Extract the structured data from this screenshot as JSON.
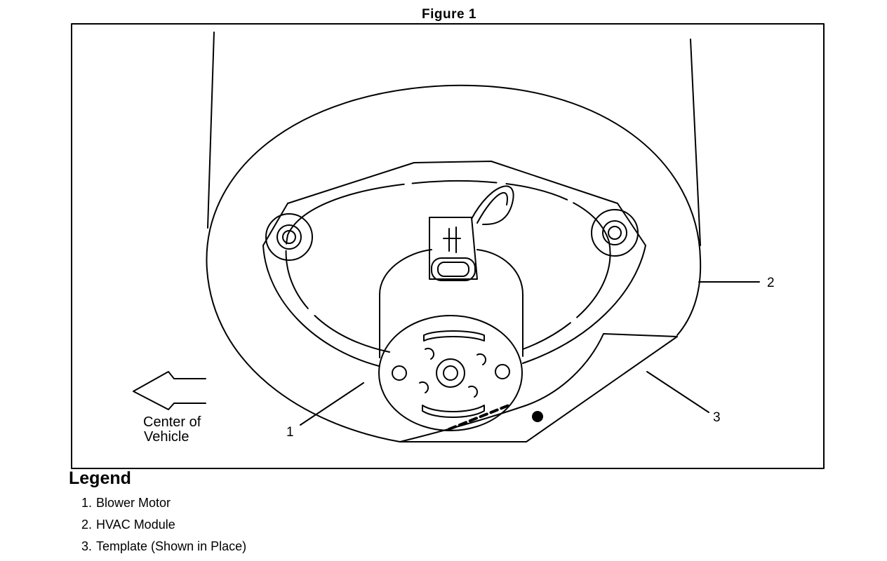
{
  "figure": {
    "title": "Figure 1"
  },
  "callouts": {
    "c1": "1",
    "c2": "2",
    "c3": "3"
  },
  "direction": {
    "line1": "Center of",
    "line2": "Vehicle"
  },
  "legend": {
    "title": "Legend",
    "items": [
      {
        "num": "1.",
        "label": "Blower Motor"
      },
      {
        "num": "2.",
        "label": "HVAC Module"
      },
      {
        "num": "3.",
        "label": "Template (Shown in Place)"
      }
    ]
  }
}
